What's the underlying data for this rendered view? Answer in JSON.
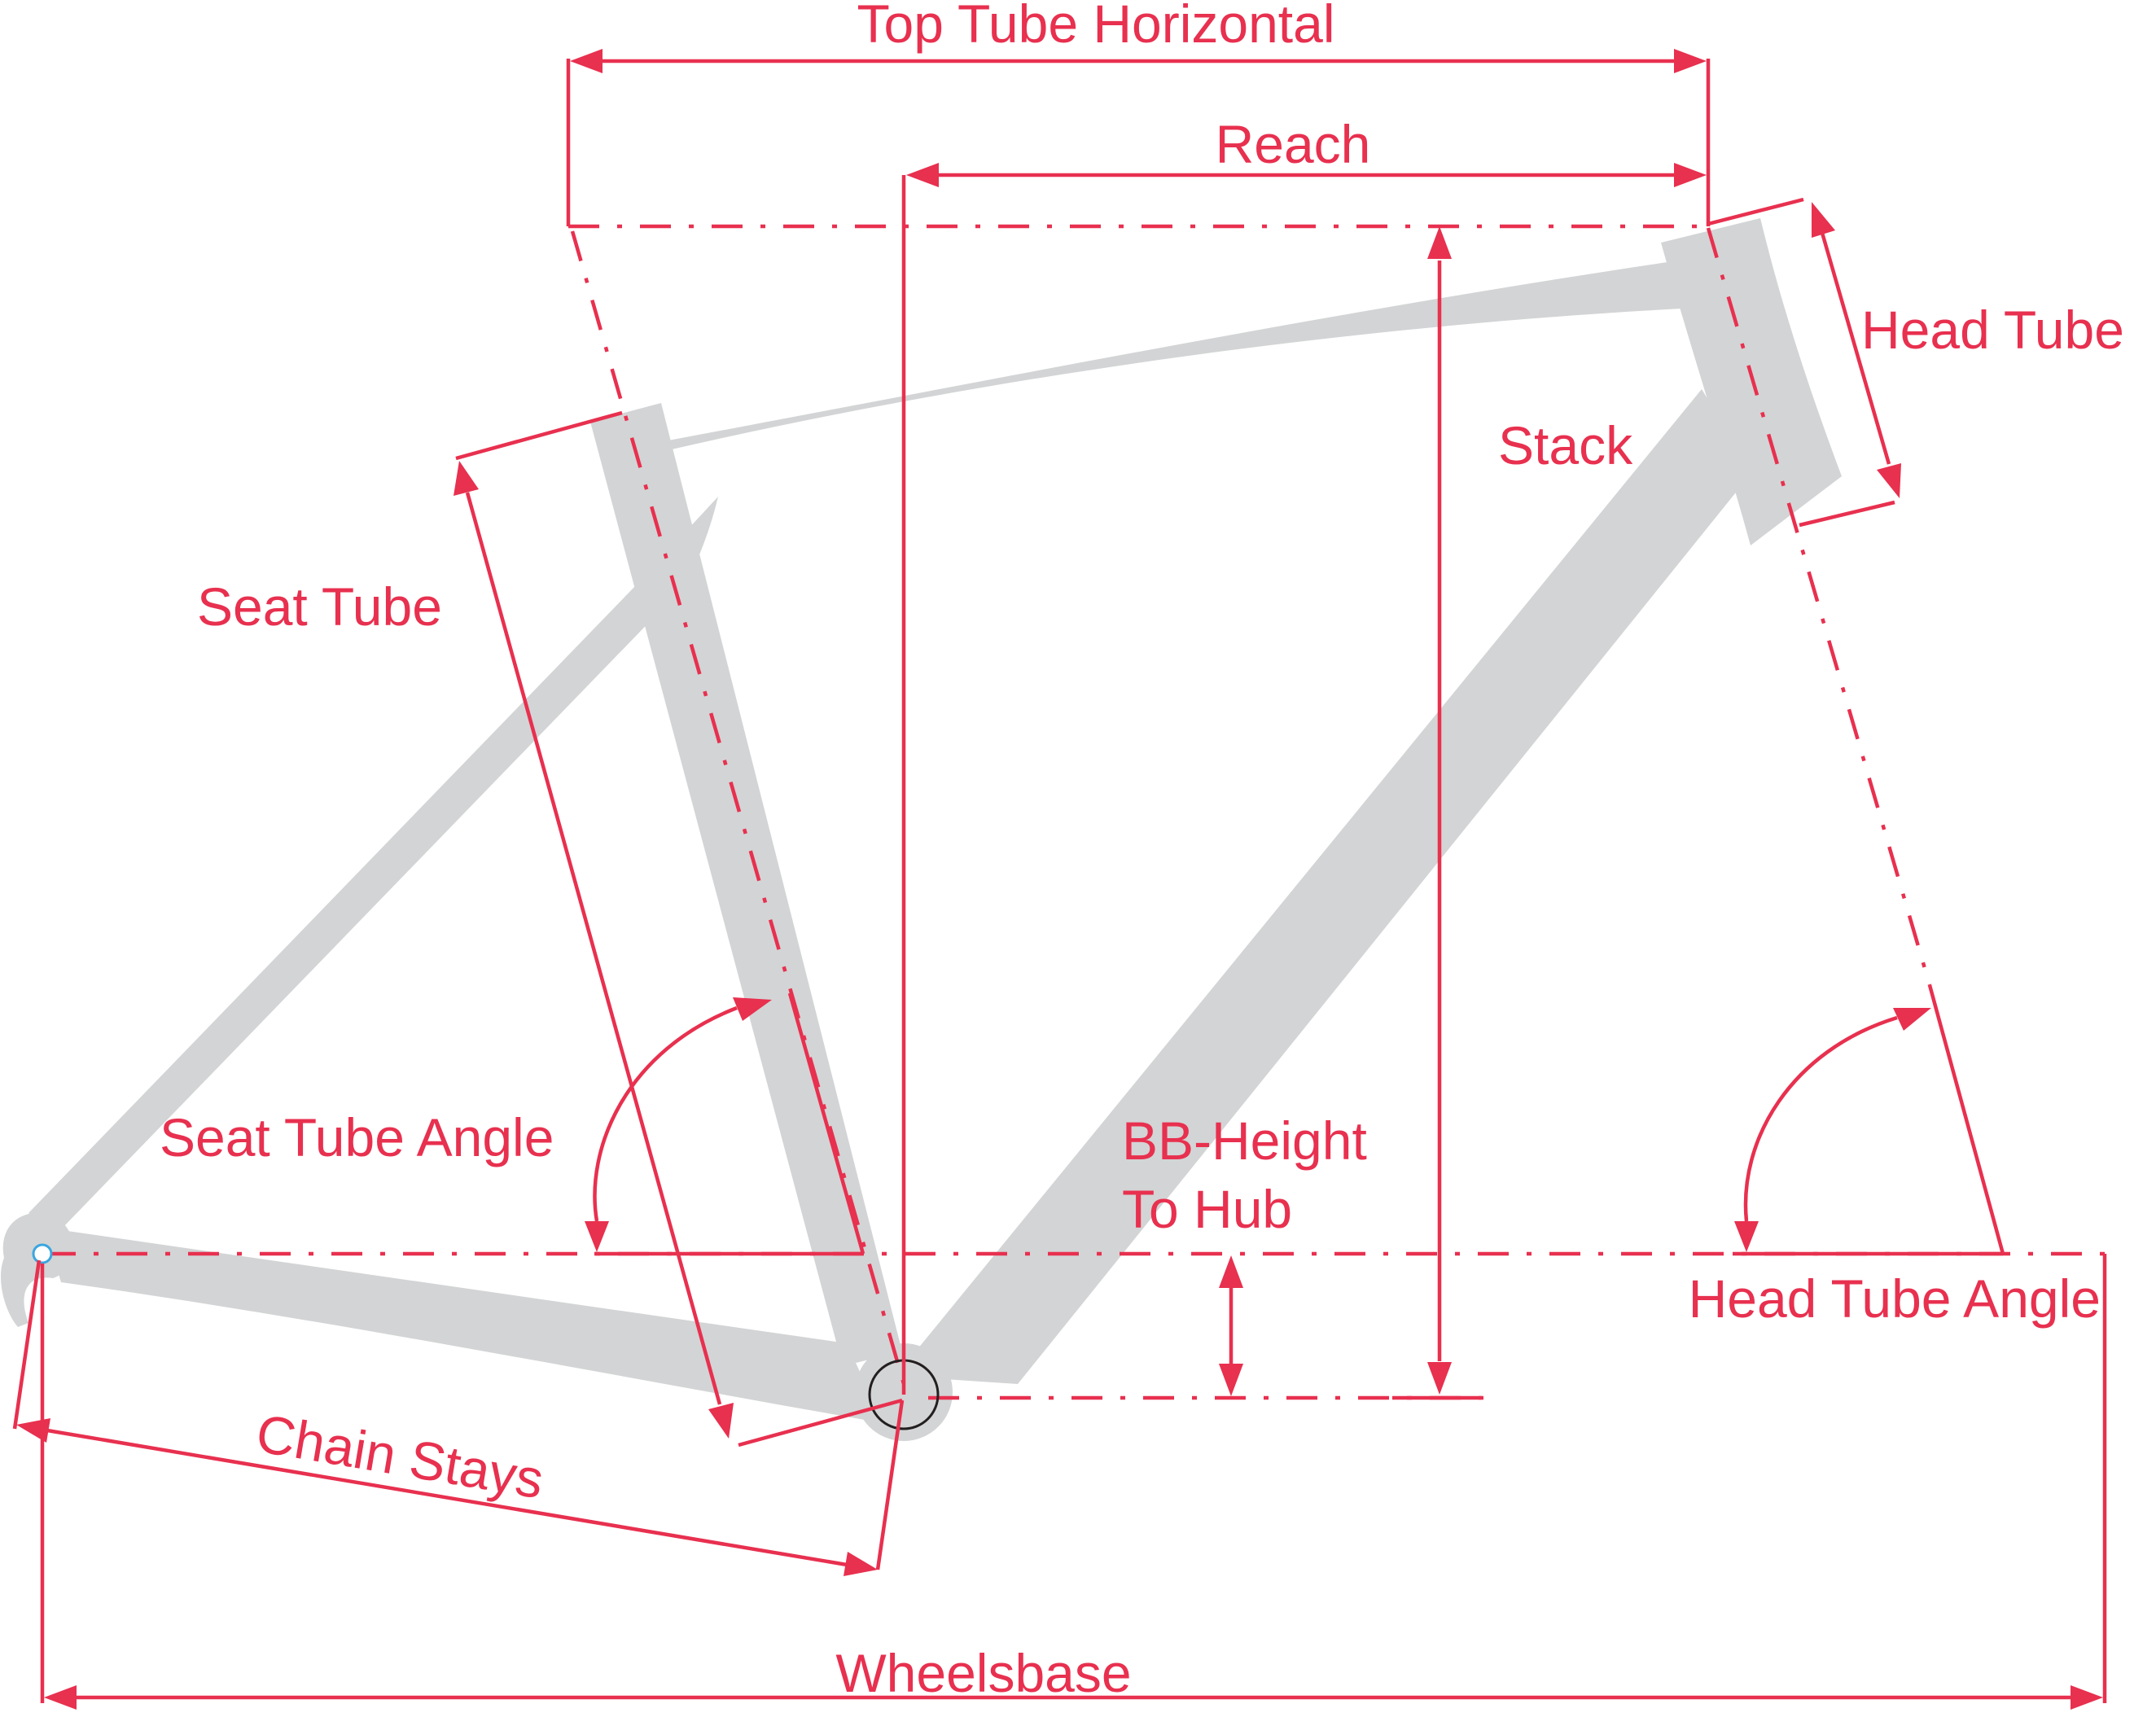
{
  "labels": {
    "top_tube_horizontal": "Top Tube Horizontal",
    "reach": "Reach",
    "head_tube": "Head Tube",
    "stack": "Stack",
    "seat_tube": "Seat Tube",
    "seat_tube_angle": "Seat Tube Angle",
    "bb_height_line1": "BB-Height",
    "bb_height_line2": "To Hub",
    "head_tube_angle": "Head Tube Angle",
    "chain_stays": "Chain Stays",
    "wheelsbase": "Wheelsbase"
  },
  "colors": {
    "dimension": "#e8304f",
    "frame": "#d3d4d5"
  }
}
